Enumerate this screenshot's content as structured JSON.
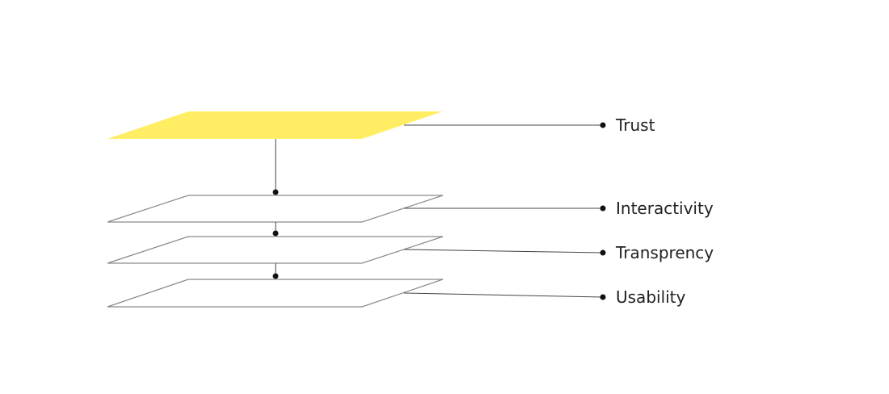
{
  "diagram": {
    "layers": [
      {
        "label": "Trust",
        "highlighted": true
      },
      {
        "label": "Interactivity",
        "highlighted": false
      },
      {
        "label": "Transprency",
        "highlighted": false
      },
      {
        "label": "Usability",
        "highlighted": false
      }
    ]
  },
  "colors": {
    "highlight_fill": "#FFEE63",
    "outline": "#8a8a8a",
    "connector": "#444444",
    "dot": "#111111",
    "text": "#222222"
  }
}
